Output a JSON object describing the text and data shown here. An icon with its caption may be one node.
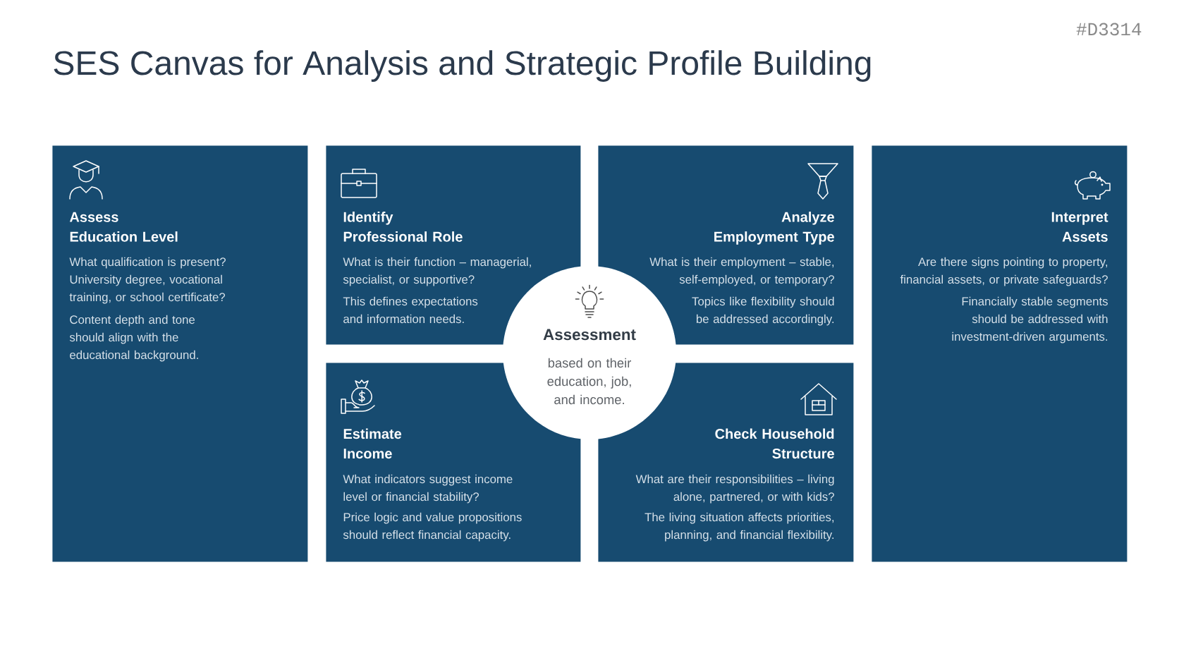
{
  "diagram": {
    "title": "SES Canvas for Analysis and Strategic Profile Building",
    "nodes": [
      {
        "text": [
          "Assess Education Level",
          "What qualification is present? University degree, vocational training, or school certificate?",
          "Content depth and tone should align with the educational background."
        ]
      },
      {
        "text": [
          "Identify Professional Role",
          "What is their function – managerial, specialist, or supportive?",
          "This defines expectations and information needs."
        ]
      },
      {
        "text": [
          "Analyze Employment Type",
          "What is their employment – stable, self-employed, or temporary?",
          "Topics like flexibility should be addressed accordingly."
        ]
      },
      {
        "text": [
          "Interpret Assets",
          "Are there signs pointing to property, financial assets, or private safeguards?",
          "Financially stable segments should be addressed with investment-driven arguments."
        ]
      },
      {
        "text": [
          "Assessment",
          "based on their education, job, and income."
        ]
      },
      {
        "text": [
          "Estimate Income",
          "What indicators suggest income level or financial stability?",
          "Price logic and value propositions should reflect financial capacity."
        ]
      },
      {
        "text": [
          "Check Household Structure",
          "What are their responsibilities – living alone, partnered, or with kids?",
          "The living situation affects priorities, planning, and financial flexibility."
        ]
      }
    ],
    "labels": [
      "#D3314"
    ]
  }
}
